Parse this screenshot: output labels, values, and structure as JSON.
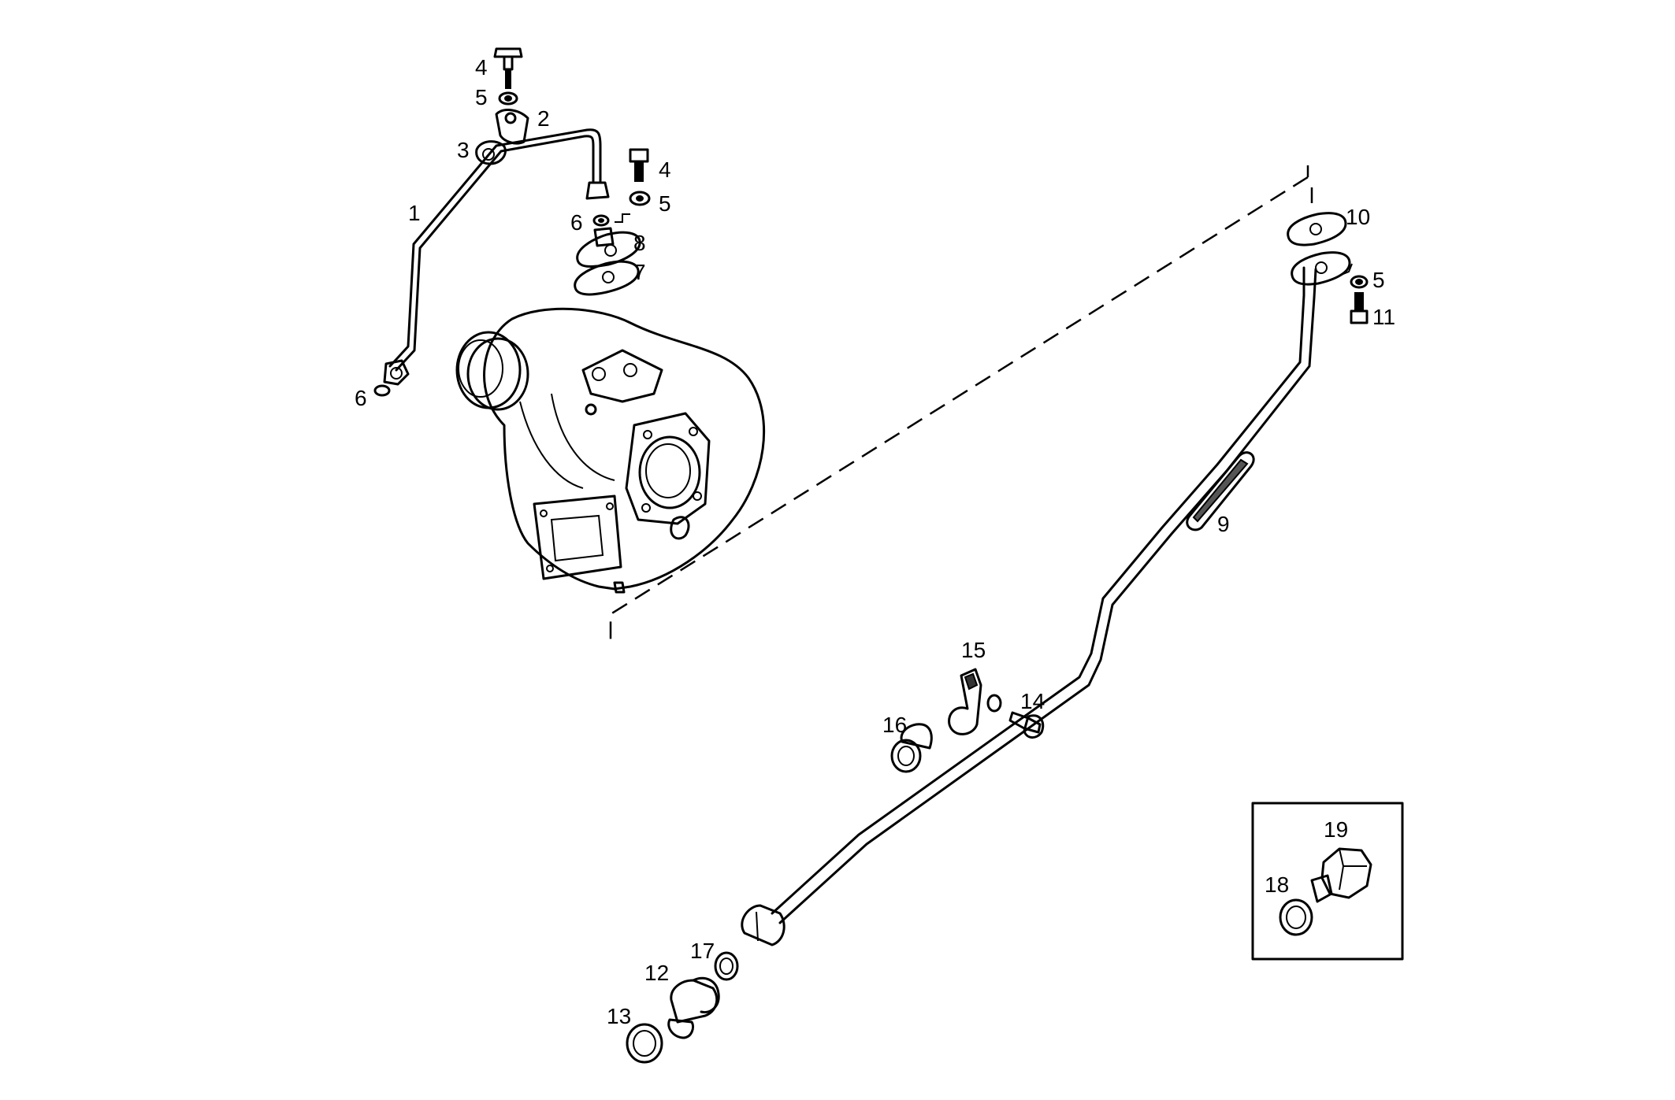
{
  "labels": [
    {
      "id": "lbl-4a",
      "text": "4"
    },
    {
      "id": "lbl-5a",
      "text": "5"
    },
    {
      "id": "lbl-2",
      "text": "2"
    },
    {
      "id": "lbl-3",
      "text": "3"
    },
    {
      "id": "lbl-1",
      "text": "1"
    },
    {
      "id": "lbl-4b",
      "text": "4"
    },
    {
      "id": "lbl-5b",
      "text": "5"
    },
    {
      "id": "lbl-6a",
      "text": "6"
    },
    {
      "id": "lbl-8",
      "text": "8"
    },
    {
      "id": "lbl-7",
      "text": "7"
    },
    {
      "id": "lbl-6b",
      "text": "6"
    },
    {
      "id": "lbl-10",
      "text": "10"
    },
    {
      "id": "lbl-5c",
      "text": "5"
    },
    {
      "id": "lbl-11",
      "text": "11"
    },
    {
      "id": "lbl-9",
      "text": "9"
    },
    {
      "id": "lbl-15",
      "text": "15"
    },
    {
      "id": "lbl-16",
      "text": "16"
    },
    {
      "id": "lbl-14",
      "text": "14"
    },
    {
      "id": "lbl-19",
      "text": "19"
    },
    {
      "id": "lbl-18",
      "text": "18"
    },
    {
      "id": "lbl-17",
      "text": "17"
    },
    {
      "id": "lbl-12",
      "text": "12"
    },
    {
      "id": "lbl-13",
      "text": "13"
    }
  ]
}
